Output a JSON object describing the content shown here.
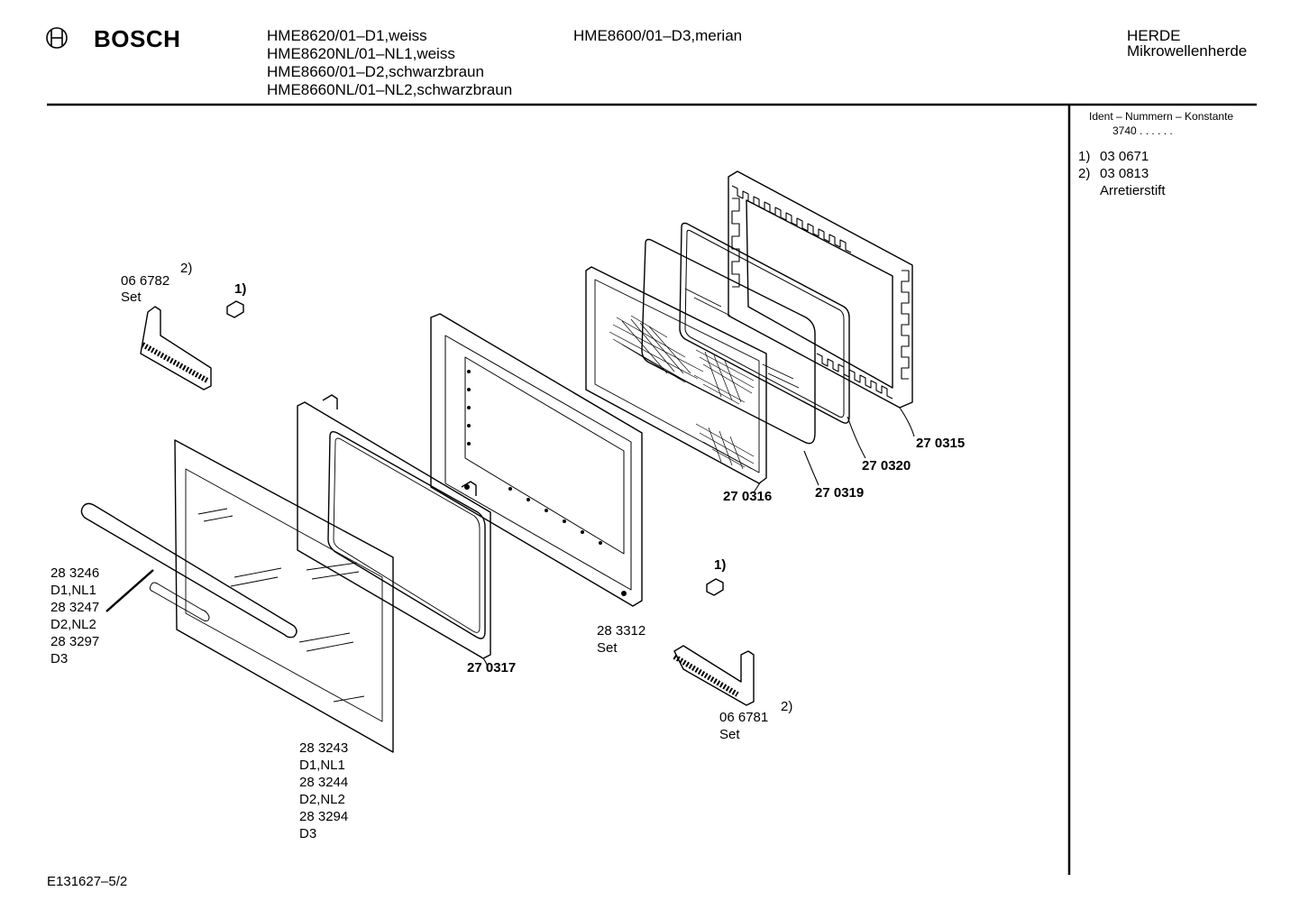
{
  "brand": {
    "name": "BOSCH",
    "logo_icon": "bosch-armature-icon"
  },
  "header": {
    "models_col1": [
      "HME8620/01–D1,weiss",
      "HME8620NL/01–NL1,weiss",
      "HME8660/01–D2,schwarzbraun",
      "HME8660NL/01–NL2,schwarzbraun"
    ],
    "models_col2": [
      "HME8600/01–D3,merian"
    ],
    "category_line1": "HERDE",
    "category_line2": "Mikrowellenherde"
  },
  "side_panel": {
    "ident_title": "Ident – Nummern – Konstante",
    "ident_value": "3740  .  .   .  .  .  .",
    "notes": [
      {
        "num": "1)",
        "text": "03 0671"
      },
      {
        "num": "2)",
        "text": "03 0813"
      },
      {
        "num": "",
        "text": "Arretierstift"
      }
    ]
  },
  "parts": {
    "hinge_left": {
      "number": "06 6782",
      "note": "2)",
      "sub": "Set"
    },
    "pin_left": {
      "note": "1)"
    },
    "pin_right": {
      "note": "1)"
    },
    "handle": {
      "lines": [
        "28 3246",
        "D1,NL1",
        "28 3247",
        "D2,NL2",
        "28 3297",
        "D3"
      ]
    },
    "outer_glass": {
      "lines": [
        "28 3243",
        "D1,NL1",
        "28 3244",
        "D2,NL2",
        "28 3294",
        "D3"
      ]
    },
    "gasket_frame": {
      "number": "27 0317"
    },
    "door_frame": {
      "number": "28 3312",
      "sub": "Set"
    },
    "hinge_right": {
      "number": "06 6781",
      "note": "2)",
      "sub": "Set"
    },
    "mesh_panel": {
      "number": "27 0316"
    },
    "glass_panel": {
      "number": "27 0319"
    },
    "seal_ring": {
      "number": "27 0320"
    },
    "choke_frame": {
      "number": "27 0315"
    }
  },
  "footer": {
    "code": "E131627–5/2"
  }
}
